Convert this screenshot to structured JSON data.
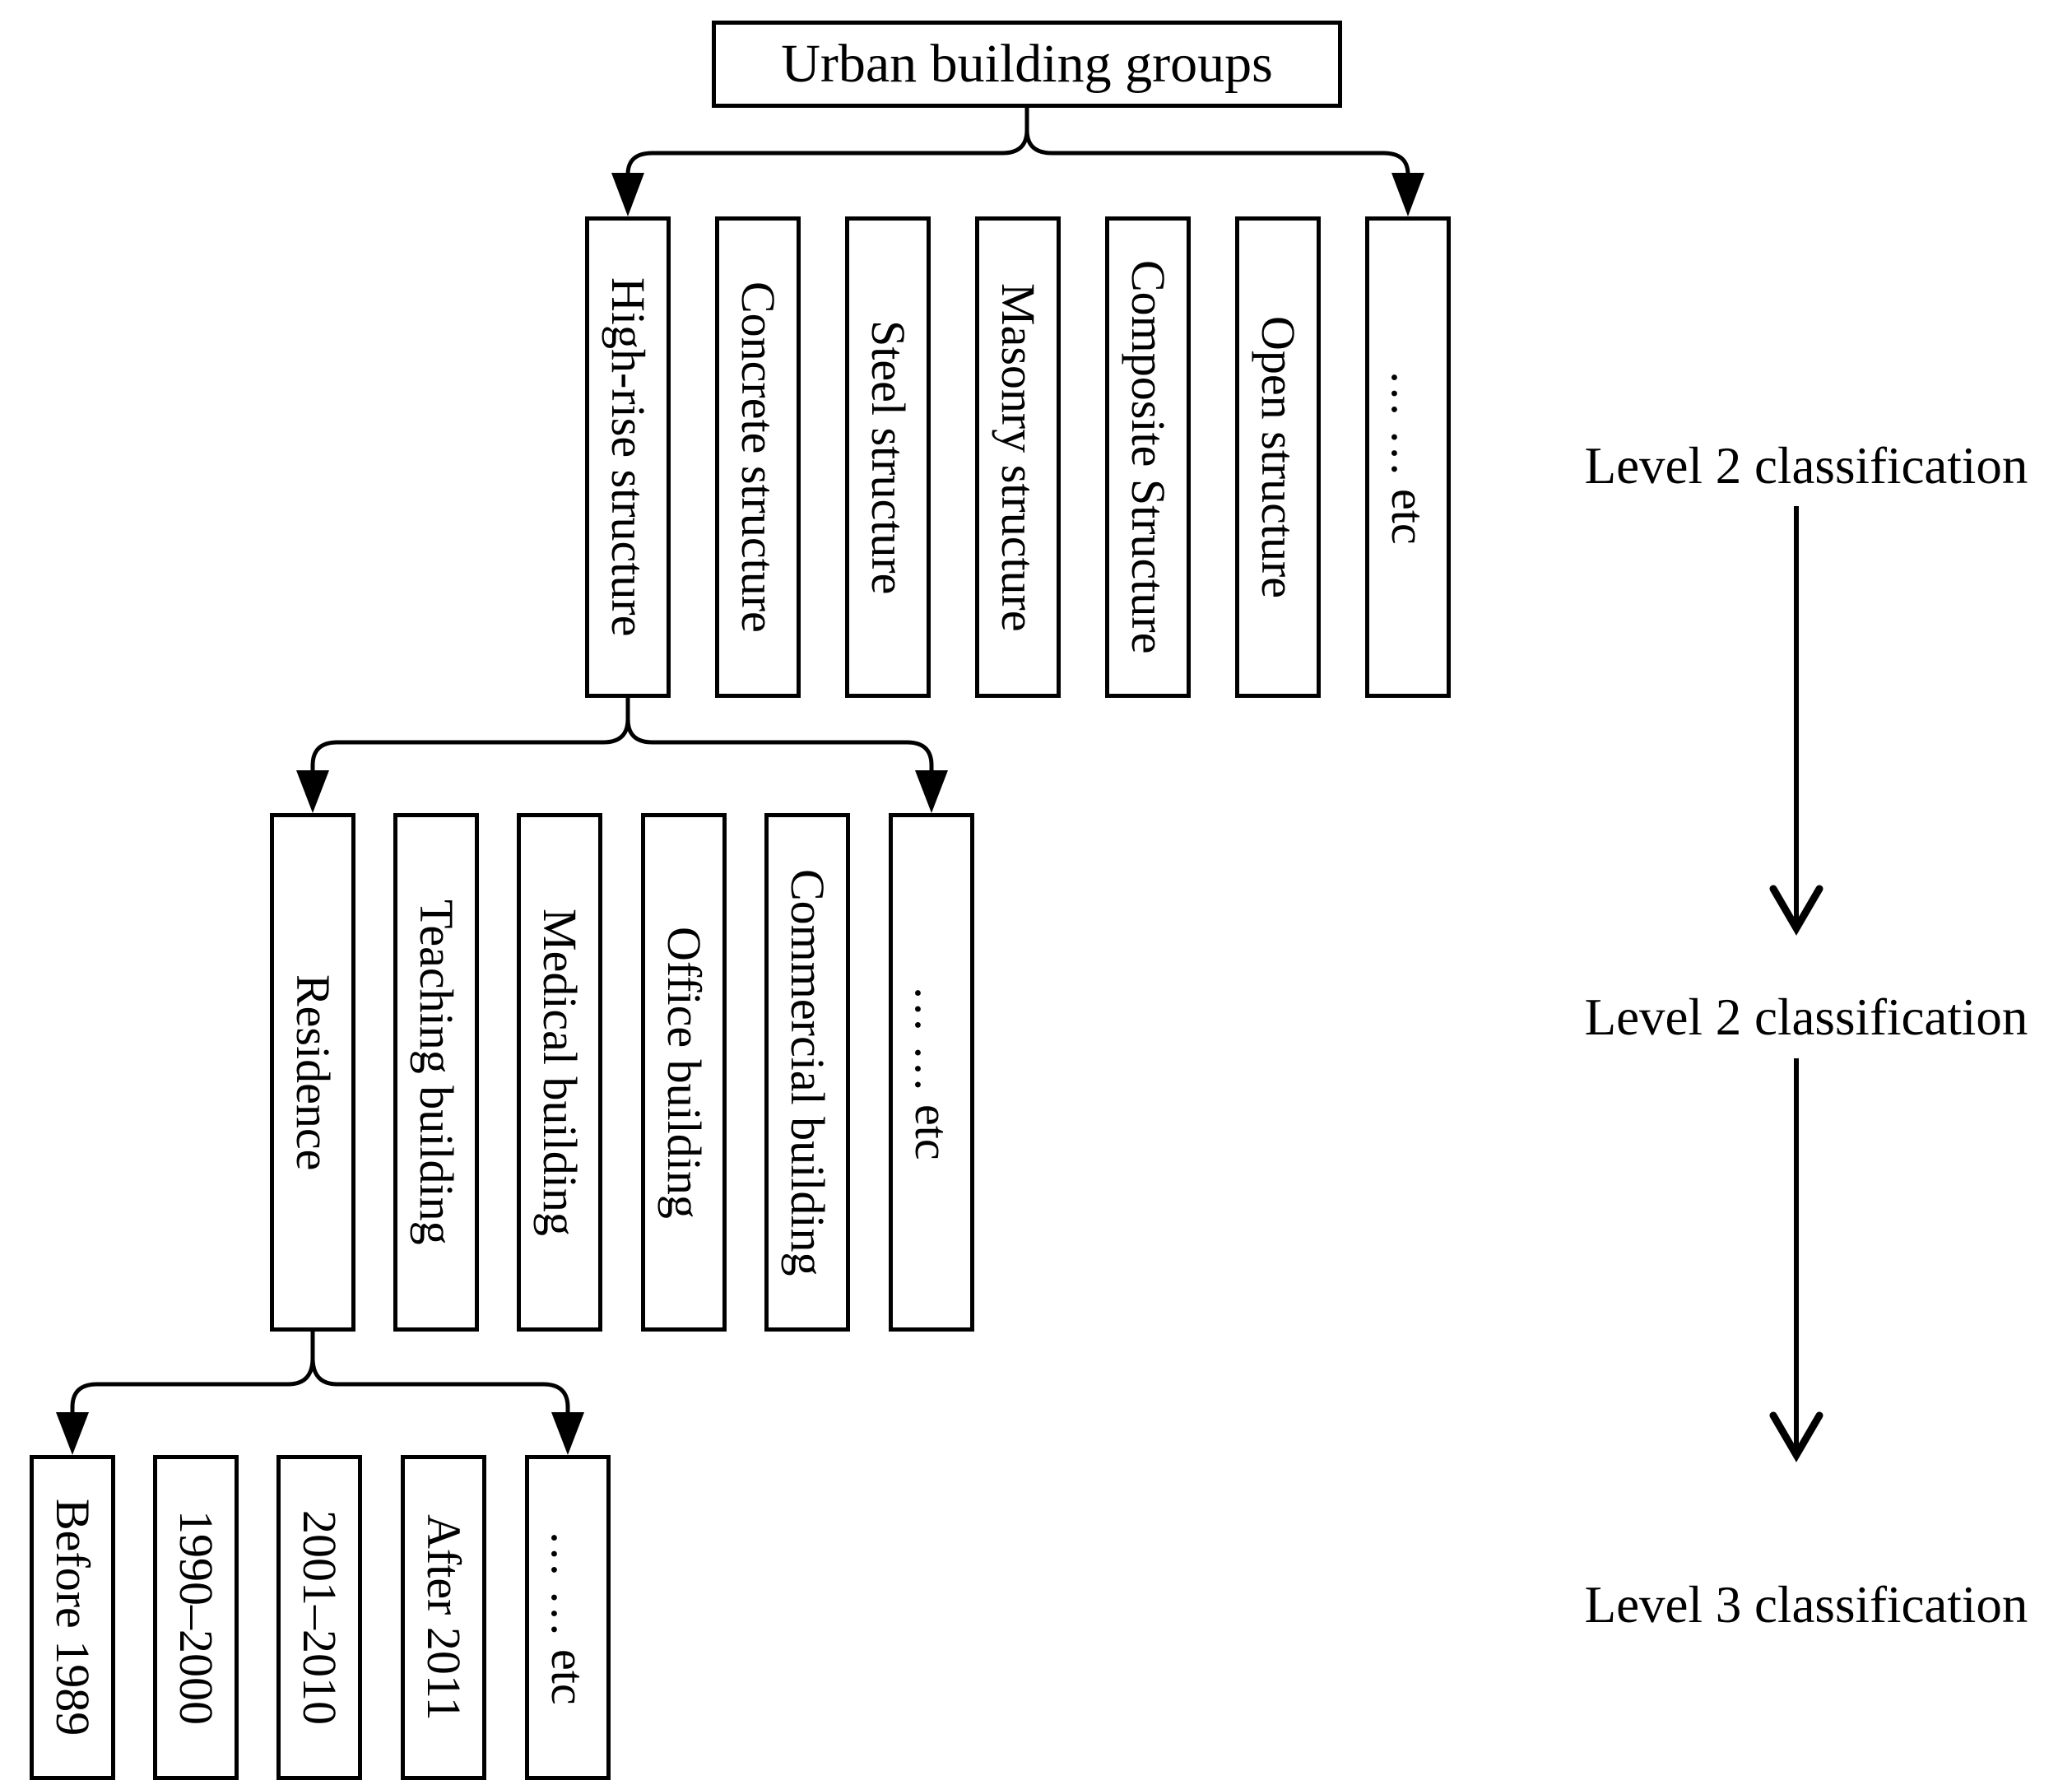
{
  "diagram": {
    "title_box": {
      "label": "Urban building groups"
    },
    "level1": {
      "boxes": [
        {
          "label": "High-rise structure"
        },
        {
          "label": "Concrete structure"
        },
        {
          "label": "Steel structure"
        },
        {
          "label": "Masonry structure"
        },
        {
          "label": "Composite Structure"
        },
        {
          "label": "Open structure"
        },
        {
          "label": "… … etc"
        }
      ]
    },
    "level2": {
      "boxes": [
        {
          "label": "Residence"
        },
        {
          "label": "Teaching building"
        },
        {
          "label": "Medical building"
        },
        {
          "label": "Office building"
        },
        {
          "label": "Commercial building"
        },
        {
          "label": "… … etc"
        }
      ]
    },
    "level3": {
      "boxes": [
        {
          "label": "Before 1989"
        },
        {
          "label": "1990–2000"
        },
        {
          "label": "2001–2010"
        },
        {
          "label": "After 2011"
        },
        {
          "label": "… … etc"
        }
      ]
    },
    "side_labels": [
      {
        "label": "Level 2 classification"
      },
      {
        "label": "Level 2 classification"
      },
      {
        "label": "Level 3 classification"
      }
    ],
    "colors": {
      "line": "#000000",
      "background": "#ffffff"
    }
  }
}
